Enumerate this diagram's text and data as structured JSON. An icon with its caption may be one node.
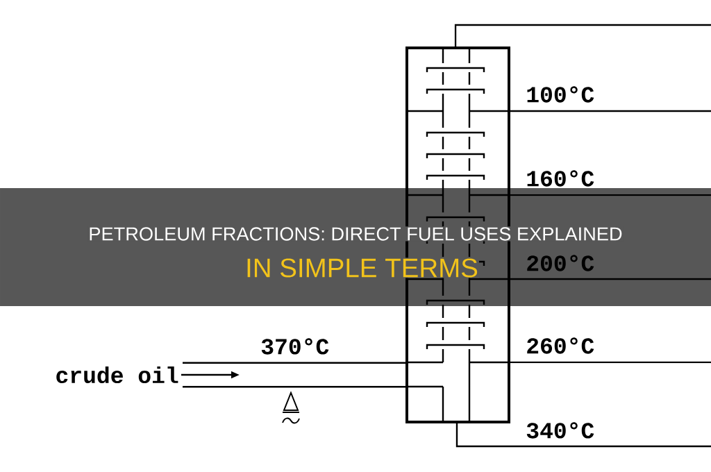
{
  "diagram": {
    "title": "PETROLEUM FRACTIONS: DIRECT FUEL USES EXPLAINED",
    "caption": "IN SIMPLE TERMS",
    "nodes": [
      {
        "text": [],
        "shape": "box"
      },
      {
        "text": [
          "crude oil"
        ]
      }
    ],
    "edges": [
      {
        "from": 0,
        "to": null,
        "arrow": "none"
      },
      {
        "from": 0,
        "to": null,
        "arrow": "none",
        "label": "100°C"
      },
      {
        "from": 0,
        "to": null,
        "arrow": "none",
        "label": "160°C"
      },
      {
        "from": 0,
        "to": null,
        "arrow": "none",
        "label": "200°C"
      },
      {
        "from": 0,
        "to": null,
        "arrow": "none",
        "label": "260°C"
      },
      {
        "from": 0,
        "to": null,
        "arrow": "none",
        "label": "340°C"
      },
      {
        "from": 1,
        "to": null,
        "arrow": "to"
      },
      {
        "from": 1,
        "to": 0,
        "arrow": "none",
        "label": "370°C"
      },
      {
        "from": 1,
        "to": 0,
        "arrow": "none"
      }
    ]
  }
}
